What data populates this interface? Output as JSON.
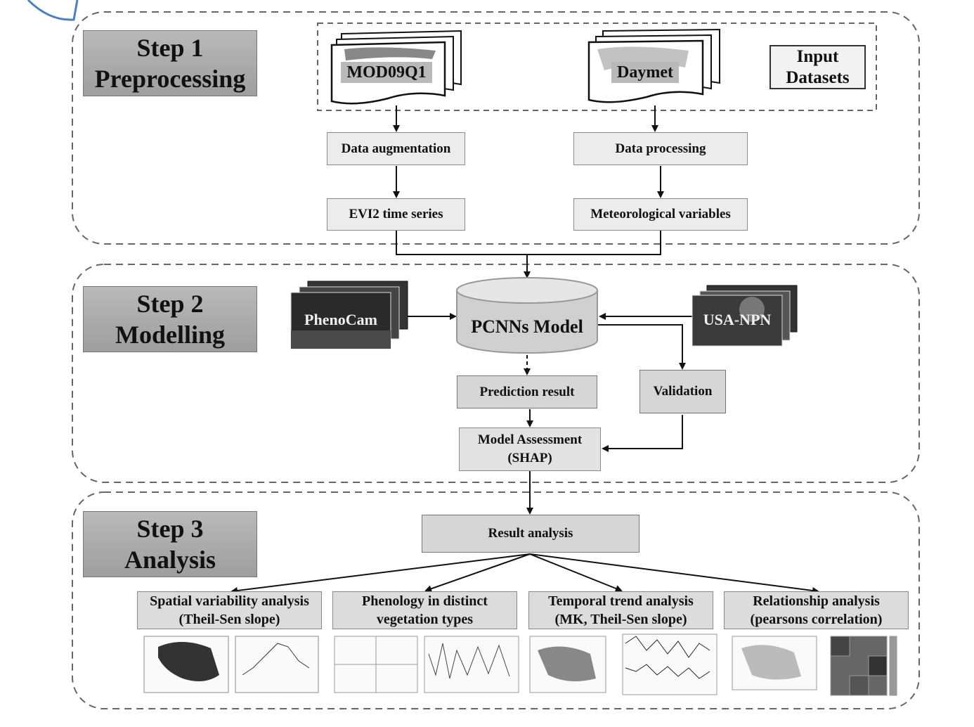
{
  "steps": [
    {
      "line1": "Step 1",
      "line2": "Preprocessing"
    },
    {
      "line1": "Step 2",
      "line2": "Modelling"
    },
    {
      "line1": "Step 3",
      "line2": "Analysis"
    }
  ],
  "step1": {
    "input_datasets_line1": "Input",
    "input_datasets_line2": "Datasets",
    "mod09q1": "MOD09Q1",
    "daymet": "Daymet",
    "data_augmentation": "Data augmentation",
    "data_processing": "Data processing",
    "evi2": "EVI2 time series",
    "meteo": "Meteorological variables"
  },
  "step2": {
    "phenocam": "PhenoCam",
    "model": "PCNNs Model",
    "usanpn": "USA-NPN",
    "prediction": "Prediction result",
    "validation": "Validation",
    "assessment_line1": "Model Assessment",
    "assessment_line2": "(SHAP)"
  },
  "step3": {
    "result_analysis": "Result analysis",
    "analyses": [
      {
        "line1": "Spatial variability analysis",
        "line2": "(Theil-Sen slope)"
      },
      {
        "line1": "Phenology in distinct",
        "line2": "vegetation types"
      },
      {
        "line1": "Temporal trend analysis",
        "line2": "(MK, Theil-Sen slope)"
      },
      {
        "line1": "Relationship analysis",
        "line2": "(pearsons correlation)"
      }
    ]
  }
}
